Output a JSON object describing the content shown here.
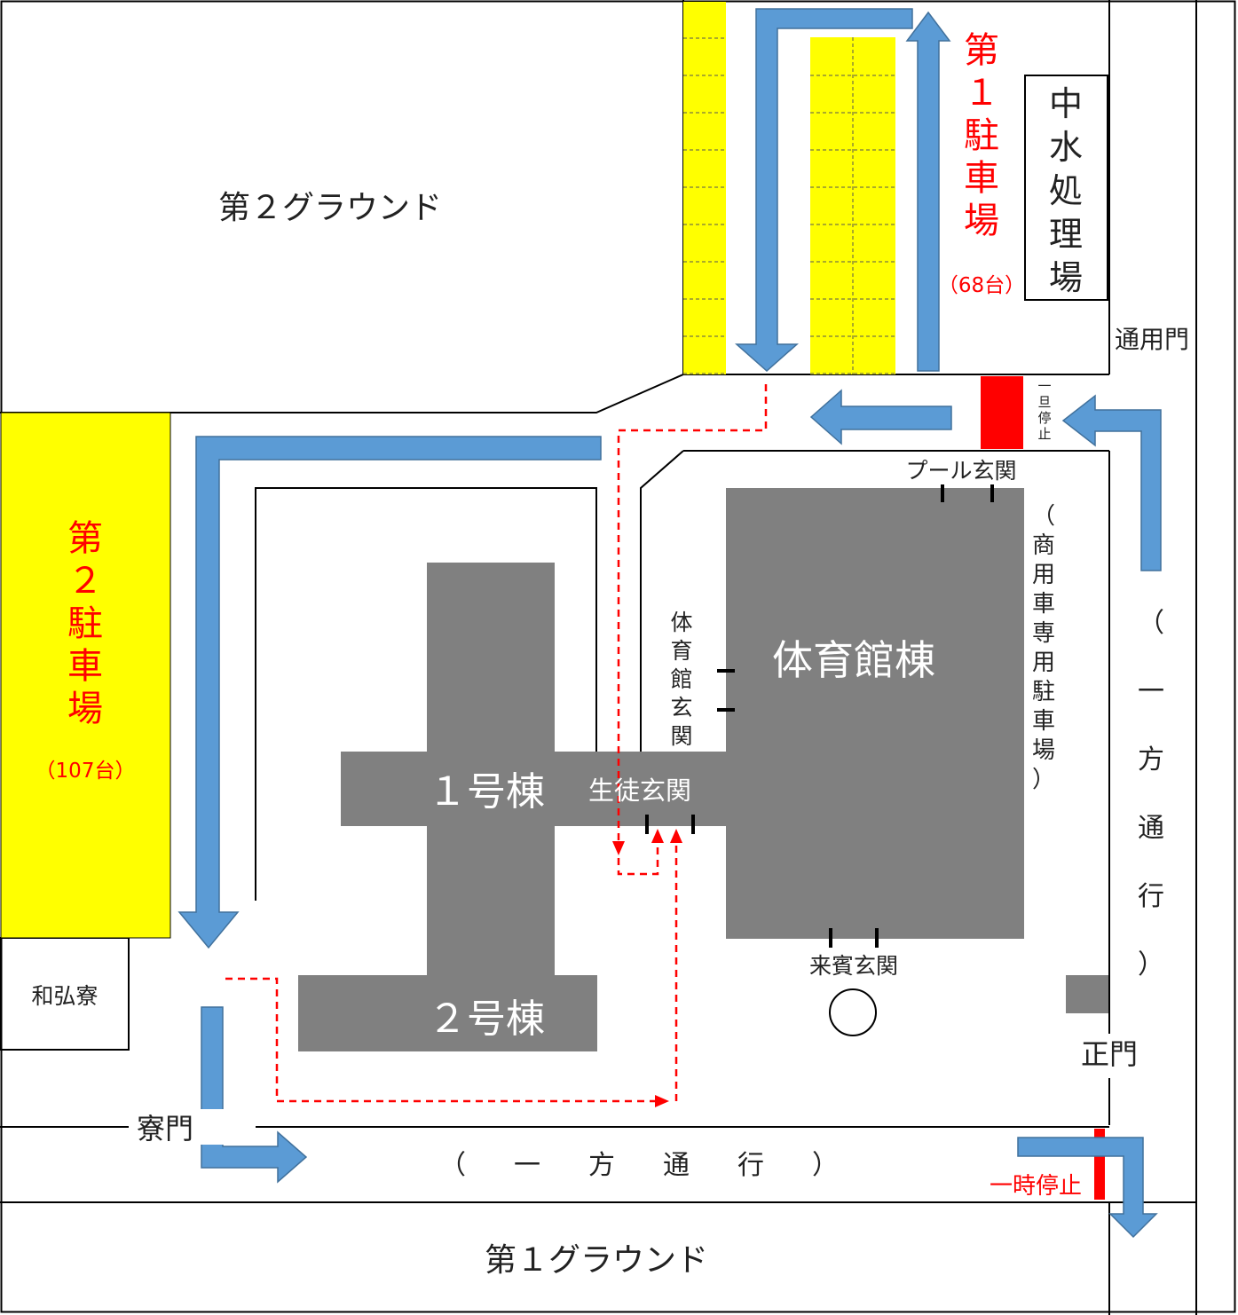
{
  "labels": {
    "ground2": "第２グラウンド",
    "ground1": "第１グラウンド",
    "parking1_title": [
      "第",
      "１",
      "駐",
      "車",
      "場"
    ],
    "parking1_count": "（68台）",
    "parking2_title": [
      "第",
      "２",
      "駐",
      "車",
      "場"
    ],
    "parking2_count": "（107台）",
    "water_plant": [
      "中",
      "水",
      "処",
      "理",
      "場"
    ],
    "service_gate": "通用門",
    "stop_vertical": [
      "一",
      "旦",
      "停",
      "止"
    ],
    "pool_entrance": "プール玄関",
    "commercial_parking": [
      "（",
      "商",
      "用",
      "車",
      "専",
      "用",
      "駐",
      "車",
      "場",
      "）"
    ],
    "one_way_vertical": [
      "（",
      "一",
      "方",
      "通",
      "行",
      "）"
    ],
    "gym_entrance": [
      "体",
      "育",
      "館",
      "玄",
      "関"
    ],
    "gym_building": "体育館棟",
    "building1": "１号棟",
    "student_entrance": "生徒玄関",
    "building2": "２号棟",
    "guest_entrance": "来賓玄関",
    "dormitory": "和弘寮",
    "dorm_gate": "寮門",
    "main_gate": "正門",
    "one_way_horizontal": [
      "（",
      "一",
      "方",
      "通",
      "行",
      "）"
    ],
    "temporary_stop": "一時停止"
  },
  "colors": {
    "parking_yellow": "#ffff00",
    "building_gray": "#808080",
    "arrow_blue": "#5b9bd5",
    "arrow_border": "#41719c",
    "route_red": "#ff0000",
    "text_red": "#ff0000",
    "text_black": "#222222",
    "line_black": "#000000"
  }
}
